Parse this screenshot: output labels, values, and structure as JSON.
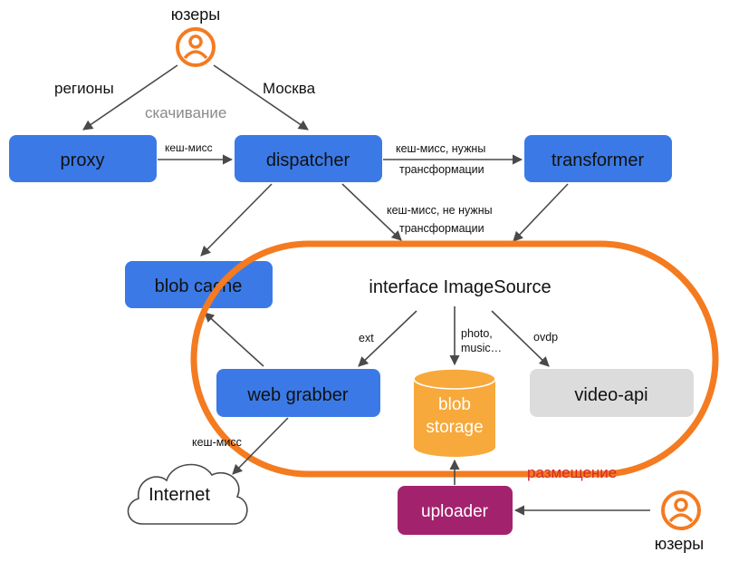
{
  "users_top": "юзеры",
  "users_bottom": "юзеры",
  "edges": {
    "regions": "регионы",
    "moscow": "Москва",
    "download": "скачивание",
    "cache_miss_proxy": "кеш-мисс",
    "cache_miss_transform_line1": "кеш-мисс, нужны",
    "cache_miss_transform_line2": "трансформации",
    "cache_miss_no_transform_line1": "кеш-мисс, не нужны",
    "cache_miss_no_transform_line2": "трансформации",
    "ext": "ext",
    "photo_music_line1": "photo,",
    "photo_music_line2": "music…",
    "ovdp": "ovdp",
    "cache_miss_internet": "кеш-мисс",
    "placement": "размещение"
  },
  "nodes": {
    "proxy": "proxy",
    "dispatcher": "dispatcher",
    "transformer": "transformer",
    "blob_cache": "blob cache",
    "image_source": "interface ImageSource",
    "web_grabber": "web grabber",
    "blob_storage_line1": "blob",
    "blob_storage_line2": "storage",
    "video_api": "video-api",
    "internet": "Internet",
    "uploader": "uploader"
  },
  "colors": {
    "blue": "#3b7ae6",
    "gray_box": "#dcdcdc",
    "cylinder": "#f7a93b",
    "uploader": "#a3226e",
    "orange": "#f47b20",
    "user_icon": "#f47b20",
    "arrow": "#4a4a4a",
    "label_gray": "#8a8a8a",
    "placement_red": "#d42a2a"
  }
}
